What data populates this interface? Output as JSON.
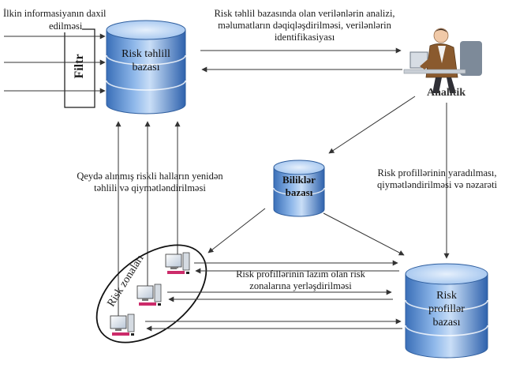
{
  "input_caption": {
    "line1": "İlkin informasiyanın daxil",
    "line2": "edilməsi"
  },
  "filter_label": "Filtr",
  "risk_db": {
    "line1": "Risk təhlill",
    "line2": "bazası"
  },
  "analysis_caption": {
    "line1": "Risk təhlil bazasında olan verilənlərin analizi,",
    "line2": "məlumatların dəqiqləşdirilməsi, verilənlərin",
    "line3": "identifikasiyası"
  },
  "analyst_label": "Analitik",
  "knowledge_db": {
    "line1": "Biliklər",
    "line2": "bazası"
  },
  "reanalysis_caption": {
    "line1": "Qeydə alınmış riskli halların yenidən",
    "line2": "təhlili və  qiymətləndirilməsi"
  },
  "profiles_caption": {
    "line1": "Risk profillərinin yaradılması,",
    "line2": "qiymətləndirilməsi və nəzarəti"
  },
  "placement_caption": {
    "line1": "Risk profillərinin lazım  olan risk",
    "line2": "zonalarına yerləşdirilməsi"
  },
  "risk_zones_label": "Risk zonaları",
  "profiles_db": {
    "line1": "Risk",
    "line2": "profillər",
    "line3": "bazası"
  }
}
